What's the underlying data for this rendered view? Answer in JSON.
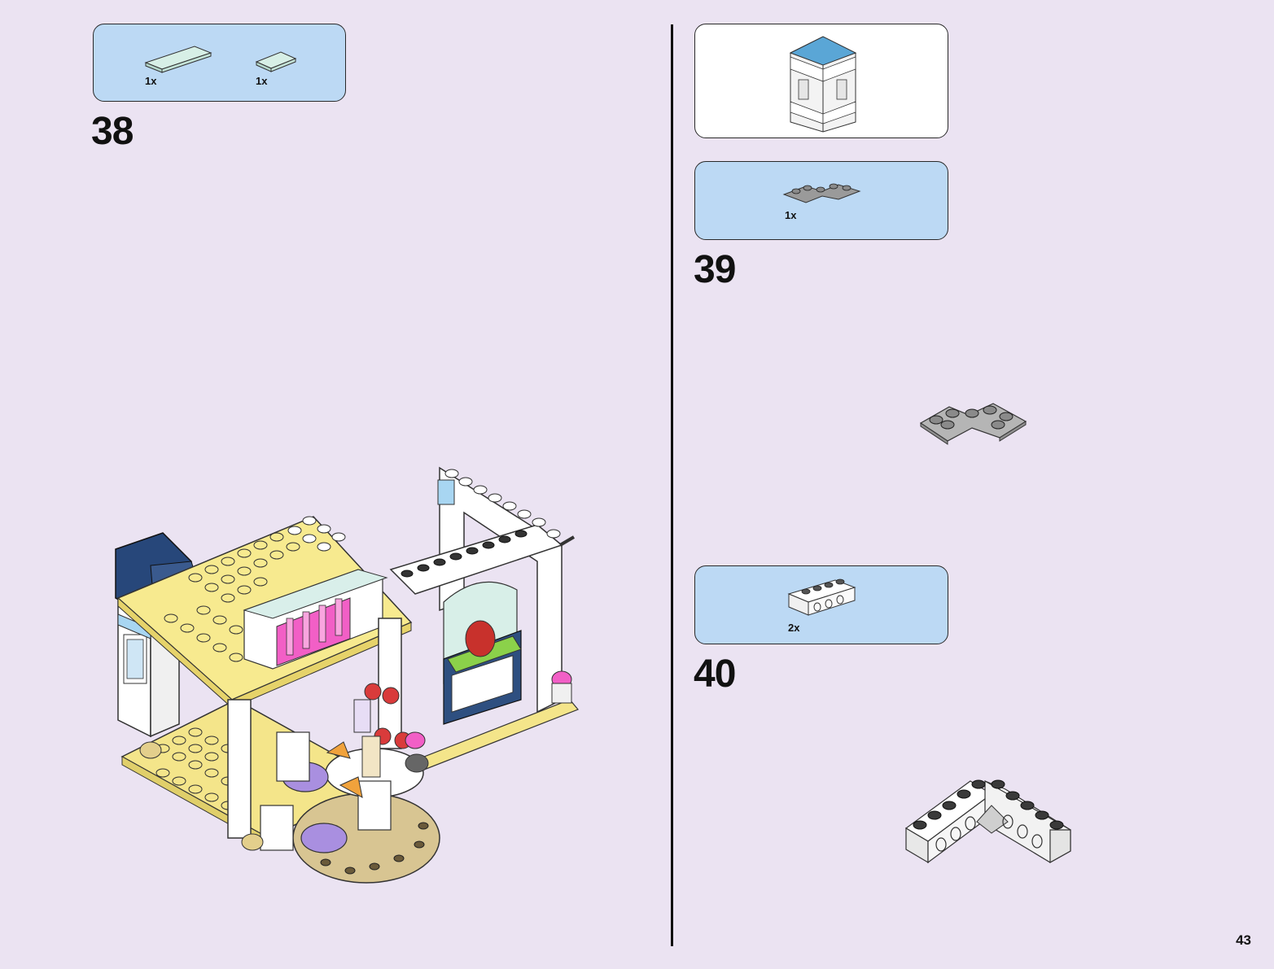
{
  "page_number": "43",
  "colors": {
    "background": "#ebe3f2",
    "parts_box": "#bcd9f4",
    "border": "#2a2a2a"
  },
  "steps": [
    {
      "number": "38",
      "parts": [
        {
          "name": "tile-1x4-light-aqua",
          "quantity": "1x"
        },
        {
          "name": "tile-1x2-light-aqua",
          "quantity": "1x"
        }
      ]
    },
    {
      "number": "39",
      "subassembly": "corner-wall-subassembly",
      "parts": [
        {
          "name": "plate-2x2-angled-gray",
          "quantity": "1x"
        }
      ]
    },
    {
      "number": "40",
      "parts": [
        {
          "name": "technic-brick-1x4-white",
          "quantity": "2x"
        }
      ]
    }
  ]
}
